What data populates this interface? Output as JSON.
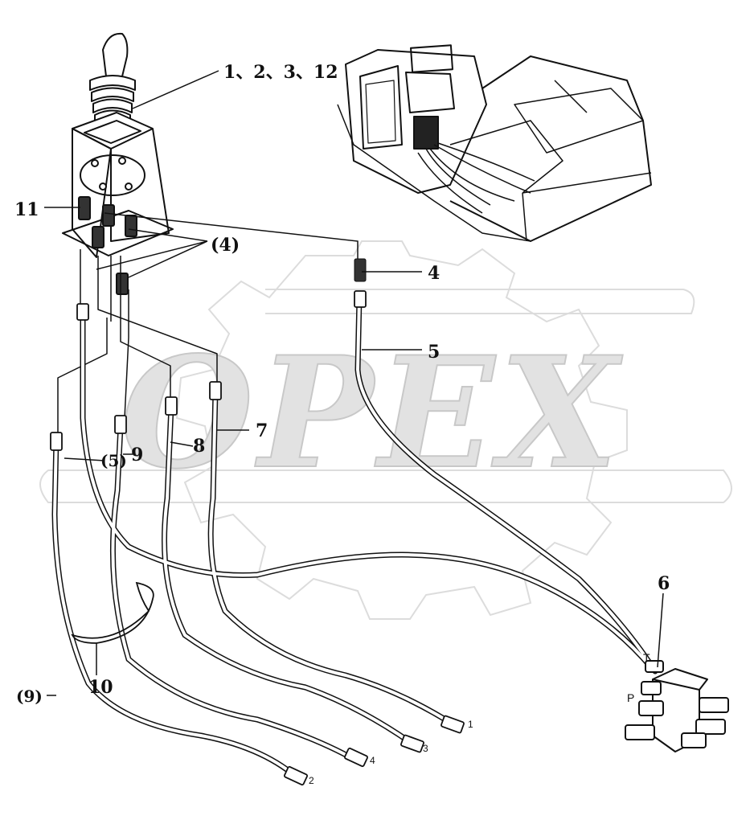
{
  "watermark": {
    "text": "OPEX",
    "color": "#d9d9d9"
  },
  "colors": {
    "line": "#111111",
    "hose_fill": "#ffffff"
  },
  "callouts": {
    "c1": "1、2、3、12",
    "c11": "11",
    "c4p": "(4)",
    "c4": "4",
    "c5": "5",
    "c7": "7",
    "c8": "8",
    "c5p": "(5)",
    "c9": "9",
    "c6": "6",
    "c9p": "(9)",
    "c10": "10"
  },
  "port_labels": {
    "t": "T",
    "p": "P"
  },
  "hose_end_labels": {
    "e1": "1",
    "e2": "2",
    "e3": "3",
    "e4": "4"
  }
}
